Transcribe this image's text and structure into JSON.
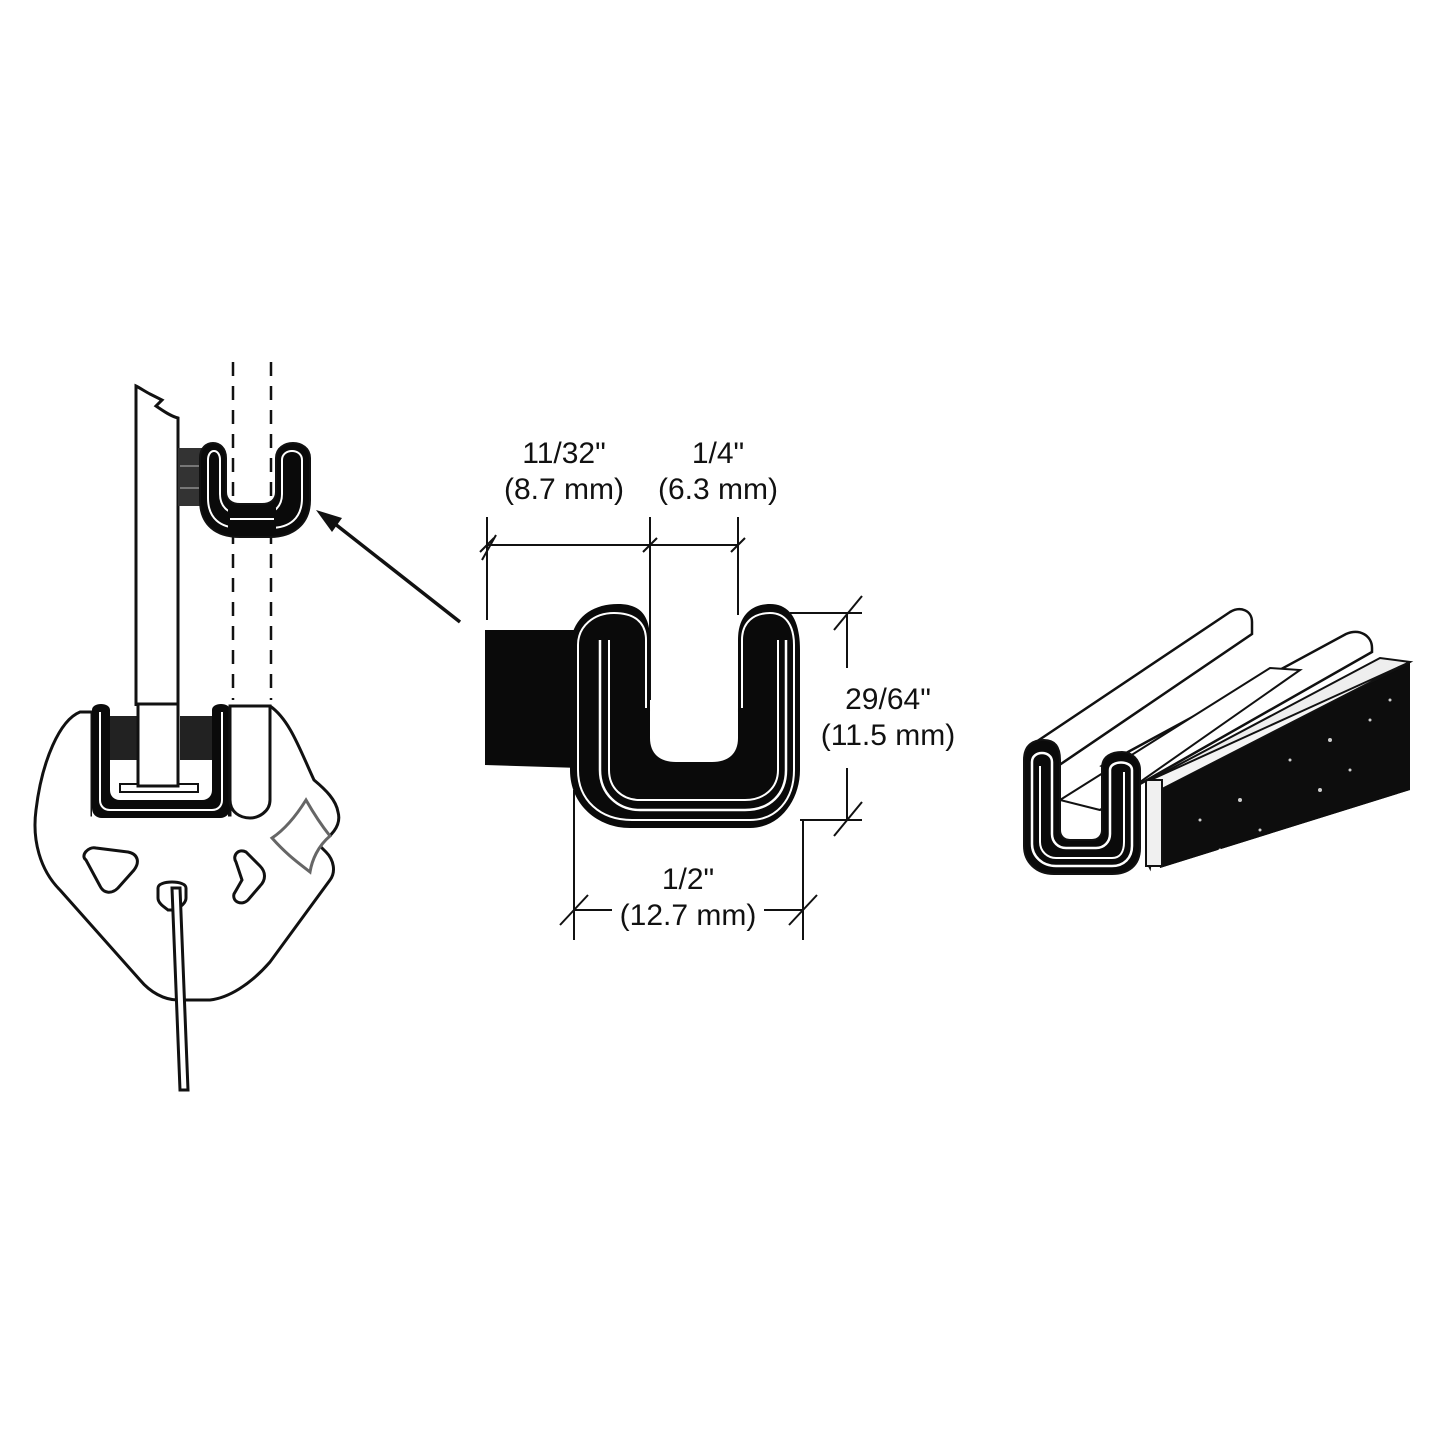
{
  "diagram": {
    "type": "technical-product-drawing",
    "subject": "U-channel glazing seal / run channel",
    "colors": {
      "ink": "#111111",
      "background": "#ffffff",
      "highlight": "#ffffff"
    },
    "panels": [
      {
        "id": "installation-view",
        "description": "Glass panel in door frame with U-channel seal, exploded view with dashed guide lines and arrow"
      },
      {
        "id": "profile-dimensions",
        "description": "U-channel cross-section with dimension callouts"
      },
      {
        "id": "isometric-view",
        "description": "Isometric view of U-channel with attached foam/felt strip"
      }
    ],
    "dimensions": {
      "top_left": {
        "imperial": "11/32\"",
        "metric": "(8.7 mm)"
      },
      "top_right": {
        "imperial": "1/4\"",
        "metric": "(6.3 mm)"
      },
      "height": {
        "imperial": "29/64\"",
        "metric": "(11.5 mm)"
      },
      "bottom_width": {
        "imperial": "1/2\"",
        "metric": "(12.7 mm)"
      }
    }
  }
}
